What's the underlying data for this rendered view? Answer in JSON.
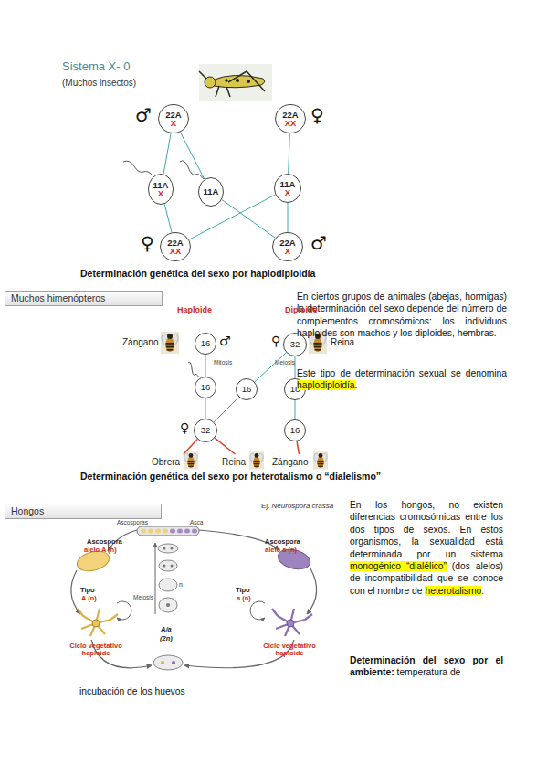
{
  "diagram": {
    "nodes": [
      {
        "text": [
          "22A",
          "X"
        ]
      },
      {
        "text": [
          "22A",
          "XX"
        ]
      },
      {
        "text": [
          "11A",
          "X"
        ]
      },
      {
        "text": [
          "11A"
        ]
      },
      {
        "text": [
          "11A",
          "X"
        ]
      },
      {
        "text": [
          "22A",
          "XX"
        ]
      },
      {
        "text": [
          "22A",
          "X"
        ]
      },
      {
        "text": [
          "Muchos himenópteros"
        ]
      },
      {
        "text": [
          "16"
        ]
      },
      {
        "text": [
          "32"
        ]
      },
      {
        "text": [
          "16"
        ]
      },
      {
        "text": [
          "16"
        ]
      },
      {
        "text": [
          "16"
        ]
      },
      {
        "text": [
          "32"
        ]
      },
      {
        "text": [
          "16"
        ]
      },
      {
        "text": [
          "Obrera"
        ]
      },
      {
        "text": [
          "Reina"
        ]
      },
      {
        "text": [
          "Zángano"
        ]
      },
      {
        "text": [
          "Hongos"
        ]
      }
    ],
    "edges": [
      {
        "from": 0,
        "to": 2,
        "arrow": "none"
      },
      {
        "from": 0,
        "to": 3,
        "arrow": "none"
      },
      {
        "from": 1,
        "to": 4,
        "arrow": "none"
      },
      {
        "from": 2,
        "to": 5,
        "arrow": "none"
      },
      {
        "from": 3,
        "to": 6,
        "arrow": "none"
      },
      {
        "from": 4,
        "to": 5,
        "arrow": "none"
      },
      {
        "from": 4,
        "to": 6,
        "arrow": "none"
      },
      {
        "from": 8,
        "to": 10,
        "arrow": "none"
      },
      {
        "from": 9,
        "to": 11,
        "arrow": "none"
      },
      {
        "from": 9,
        "to": 12,
        "arrow": "none"
      },
      {
        "from": 10,
        "to": 13,
        "arrow": "none"
      },
      {
        "from": 11,
        "to": 13,
        "arrow": "none"
      },
      {
        "from": 12,
        "to": 14,
        "arrow": "none"
      },
      {
        "from": 13,
        "to": 15,
        "arrow": "none"
      },
      {
        "from": 13,
        "to": 16,
        "arrow": "none"
      },
      {
        "from": 14,
        "to": 17,
        "arrow": "none"
      }
    ],
    "labels": [
      "Sistema X- 0",
      "(Muchos insectos)",
      "♂",
      "♀",
      "♀",
      "♂",
      "Determinación genética del sexo por haplodiploidía",
      "Haploide",
      "Zángano",
      "♂",
      "Diploide",
      "♀",
      "Reina",
      "Mitosis",
      "Meiosis",
      "♀",
      "En ciertos grupos de animales (abejas, hormigas) la determinación del sexo depende del número de complementos cromosómicos: los individuos haploides son machos y los diploides, hembras.",
      "Este tipo de determinación sexual se denomina",
      "haplodiploidía",
      ".",
      "Determinación genética del sexo por heterotalismo o “dialelismo”",
      "Ej.",
      "Neurospora crassa",
      "Ascosporas",
      "Asca",
      "Ascospora",
      "alelo A (n)",
      "Ascospora",
      "alelo a (n)",
      "n",
      "Meiosis",
      "Tipo",
      "A (n)",
      "Tipo",
      "a (n)",
      "Ciclo vegetativo haploide",
      "Ciclo vegetativo haploide",
      "A/a",
      "(2n)",
      "En los hongos, no existen diferencias cromosómicas entre los dos tipos de sexos. En estos organismos, la sexualidad está determinada por un sistema",
      "monogénico “dialélico”",
      "(dos alelos) de incompatibilidad que se conoce con el nombre de",
      "heterotalismo",
      ".",
      "Determinación del sexo por el ambiente:",
      "temperatura de",
      "incubación de los huevos"
    ]
  }
}
